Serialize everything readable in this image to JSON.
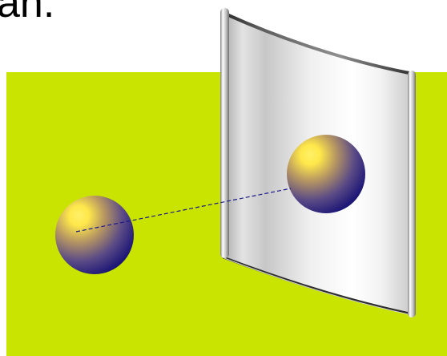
{
  "caption": {
    "text_fragment": "an."
  },
  "colors": {
    "background": "#ffffff",
    "floor": "#c9e400",
    "sphere_highlight": "#ffe84a",
    "sphere_shadow": "#1c1676",
    "mirror_light": "#ffffff",
    "mirror_mid": "#d7d7d7",
    "mirror_dark": "#9a9a9a",
    "sight_line": "#1a1a8a"
  },
  "objects": {
    "floor_name": "floor-plane",
    "object_sphere_name": "object-sphere",
    "mirror_name": "plane-mirror",
    "image_sphere_name": "image-sphere",
    "sight_line_name": "dashed-sight-line"
  }
}
